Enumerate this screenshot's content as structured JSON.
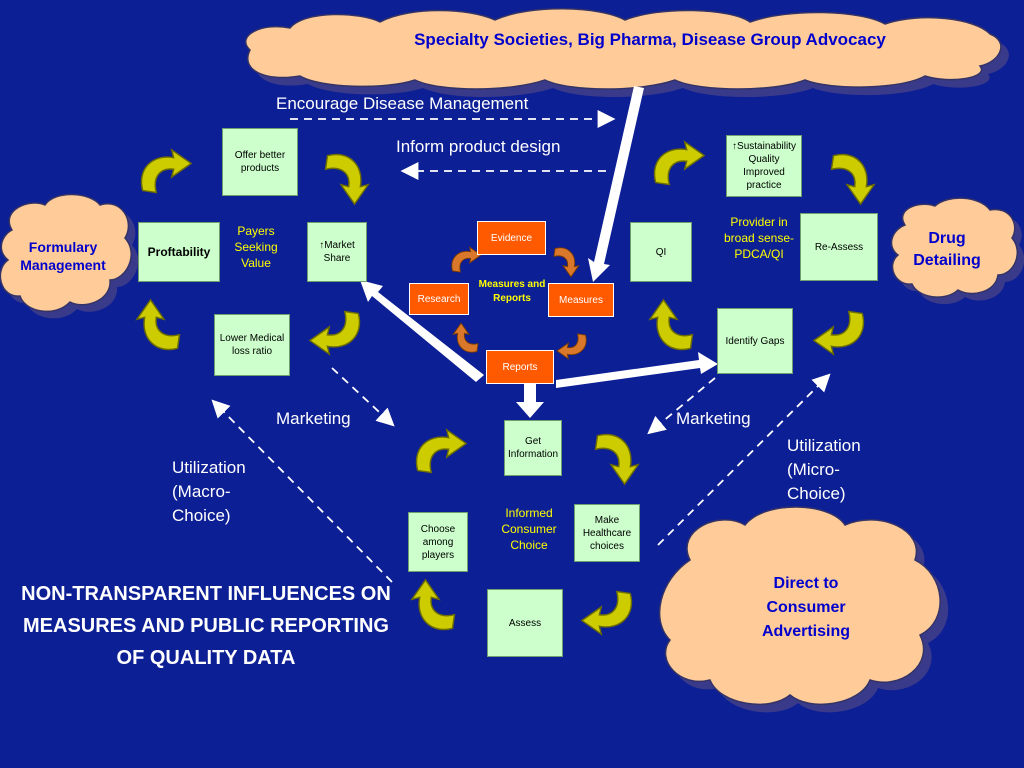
{
  "banner": "Specialty Societies, Big Pharma, Disease Group Advocacy",
  "clouds": {
    "formulary": "Formulary Management",
    "drug": "Drug Detailing",
    "dtc": "Direct to Consumer Advertising"
  },
  "flows": {
    "encourage": "Encourage Disease Management",
    "inform": "Inform product design",
    "marketing_left": "Marketing",
    "marketing_right": "Marketing",
    "util_macro": "Utilization (Macro-Choice)",
    "util_micro": "Utilization (Micro-Choice)"
  },
  "payers": {
    "offer": "Offer better products",
    "profitability": "Proftability",
    "market_share": "↑Market Share",
    "lower_medical": "Lower Medical loss ratio",
    "center": "Payers Seeking Value"
  },
  "providers": {
    "sustainability": "↑Sustainability Quality Improved practice",
    "qi": "QI",
    "reassess": "Re-Assess",
    "identify": "Identify Gaps",
    "center": "Provider in broad sense- PDCA/QI"
  },
  "measures": {
    "evidence": "Evidence",
    "research": "Research",
    "measures": "Measures",
    "reports": "Reports",
    "center": "Measures and Reports"
  },
  "consumer": {
    "get_info": "Get Information",
    "choose": "Choose among players",
    "make": "Make Healthcare choices",
    "assess": "Assess",
    "center": "Informed Consumer Choice"
  },
  "title": "NON-TRANSPARENT INFLUENCES ON MEASURES AND PUBLIC REPORTING OF QUALITY DATA",
  "colors": {
    "background": "#0d1f94",
    "cloud_fill": "#ffcc99",
    "box_fill": "#ccffcc",
    "orange_box": "#ff5a00",
    "arrow_fill": "#cccc00",
    "label_yellow": "#ffff00"
  }
}
